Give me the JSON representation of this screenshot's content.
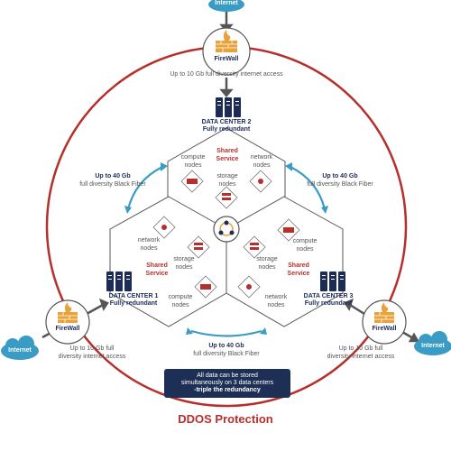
{
  "internet": {
    "top": "Internet",
    "left": "Internet",
    "right": "Internet"
  },
  "firewall": {
    "top": "FireWall",
    "left": "FireWall",
    "right": "FireWall"
  },
  "access": {
    "top": "Up to 10 Gb full diversity internet access",
    "left_line1": "Up to 10 Gb full",
    "left_line2": "diversity internet access",
    "right_line1": "Up to 10 Gb full",
    "right_line2": "diversity internet access"
  },
  "datacenters": {
    "dc2_name": "DATA CENTER 2",
    "dc2_sub": "Fully redundant",
    "dc1_name": "DATA CENTER 1",
    "dc1_sub": "Fully redundant",
    "dc3_name": "DATA CENTER 3",
    "dc3_sub": "Fully redundant"
  },
  "links": {
    "left_title": "Up to 40 Gb",
    "left_sub": "full diversity Black Fiber",
    "right_title": "Up to 40 Gb",
    "right_sub": "full diversity Black Fiber",
    "bottom_title": "Up to 40 Gb",
    "bottom_sub": "full diversity Black Fiber"
  },
  "nodes": {
    "shared_service": "Shared",
    "shared_service_2": "Service",
    "compute_1": "compute",
    "compute_2": "nodes",
    "storage_1": "storage",
    "storage_2": "nodes",
    "network_1": "network",
    "network_2": "nodes"
  },
  "notice": {
    "line1": "All data can be stored",
    "line2": "simultaneously  on 3 data centers",
    "line3": "-triple the redundancy"
  },
  "footer": {
    "ddos": "DDOS Protection"
  },
  "colors": {
    "navy": "#1d2b57",
    "red": "#b5302d",
    "teal": "#3a9cc4",
    "orange": "#e8a23a",
    "gray": "#bdbdbd"
  }
}
